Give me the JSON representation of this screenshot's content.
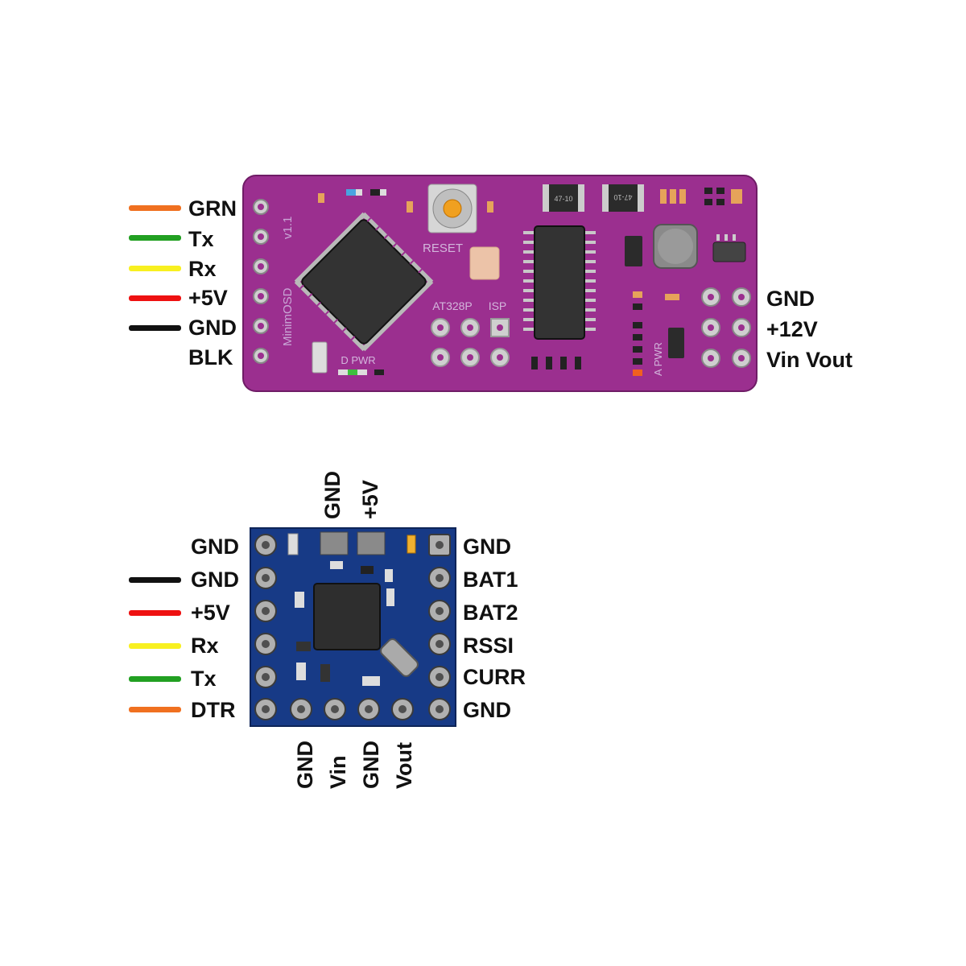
{
  "board1": {
    "name": "MinimOSD",
    "version": "v1.1",
    "labels": {
      "reset": "RESET",
      "chip": "AT328P",
      "isp": "ISP",
      "dpwr": "D PWR",
      "apwr": "A PWR",
      "part1": "47-10",
      "part2": "47-10"
    },
    "left_pins": [
      {
        "label": "GRN",
        "wire_color": "#f07020"
      },
      {
        "label": "Tx",
        "wire_color": "#22a022"
      },
      {
        "label": "Rx",
        "wire_color": "#f8f020"
      },
      {
        "label": "+5V",
        "wire_color": "#ee1111"
      },
      {
        "label": "GND",
        "wire_color": "#111111"
      },
      {
        "label": "BLK",
        "wire_color": null
      }
    ],
    "right_pins": [
      "GND",
      "+12V",
      "Vin Vout"
    ],
    "board_color": "#9b2f8f"
  },
  "board2": {
    "top_pins": [
      "GND",
      "+5V"
    ],
    "left_pins": [
      {
        "label": "GND",
        "wire_color": null
      },
      {
        "label": "GND",
        "wire_color": "#111111"
      },
      {
        "label": "+5V",
        "wire_color": "#ee1111"
      },
      {
        "label": "Rx",
        "wire_color": "#f8f020"
      },
      {
        "label": "Tx",
        "wire_color": "#22a022"
      },
      {
        "label": "DTR",
        "wire_color": "#f07020"
      }
    ],
    "right_pins": [
      "GND",
      "BAT1",
      "BAT2",
      "RSSI",
      "CURR",
      "GND"
    ],
    "bottom_pins": [
      "GND",
      "Vin",
      "GND",
      "Vout"
    ],
    "board_color": "#173a86"
  }
}
